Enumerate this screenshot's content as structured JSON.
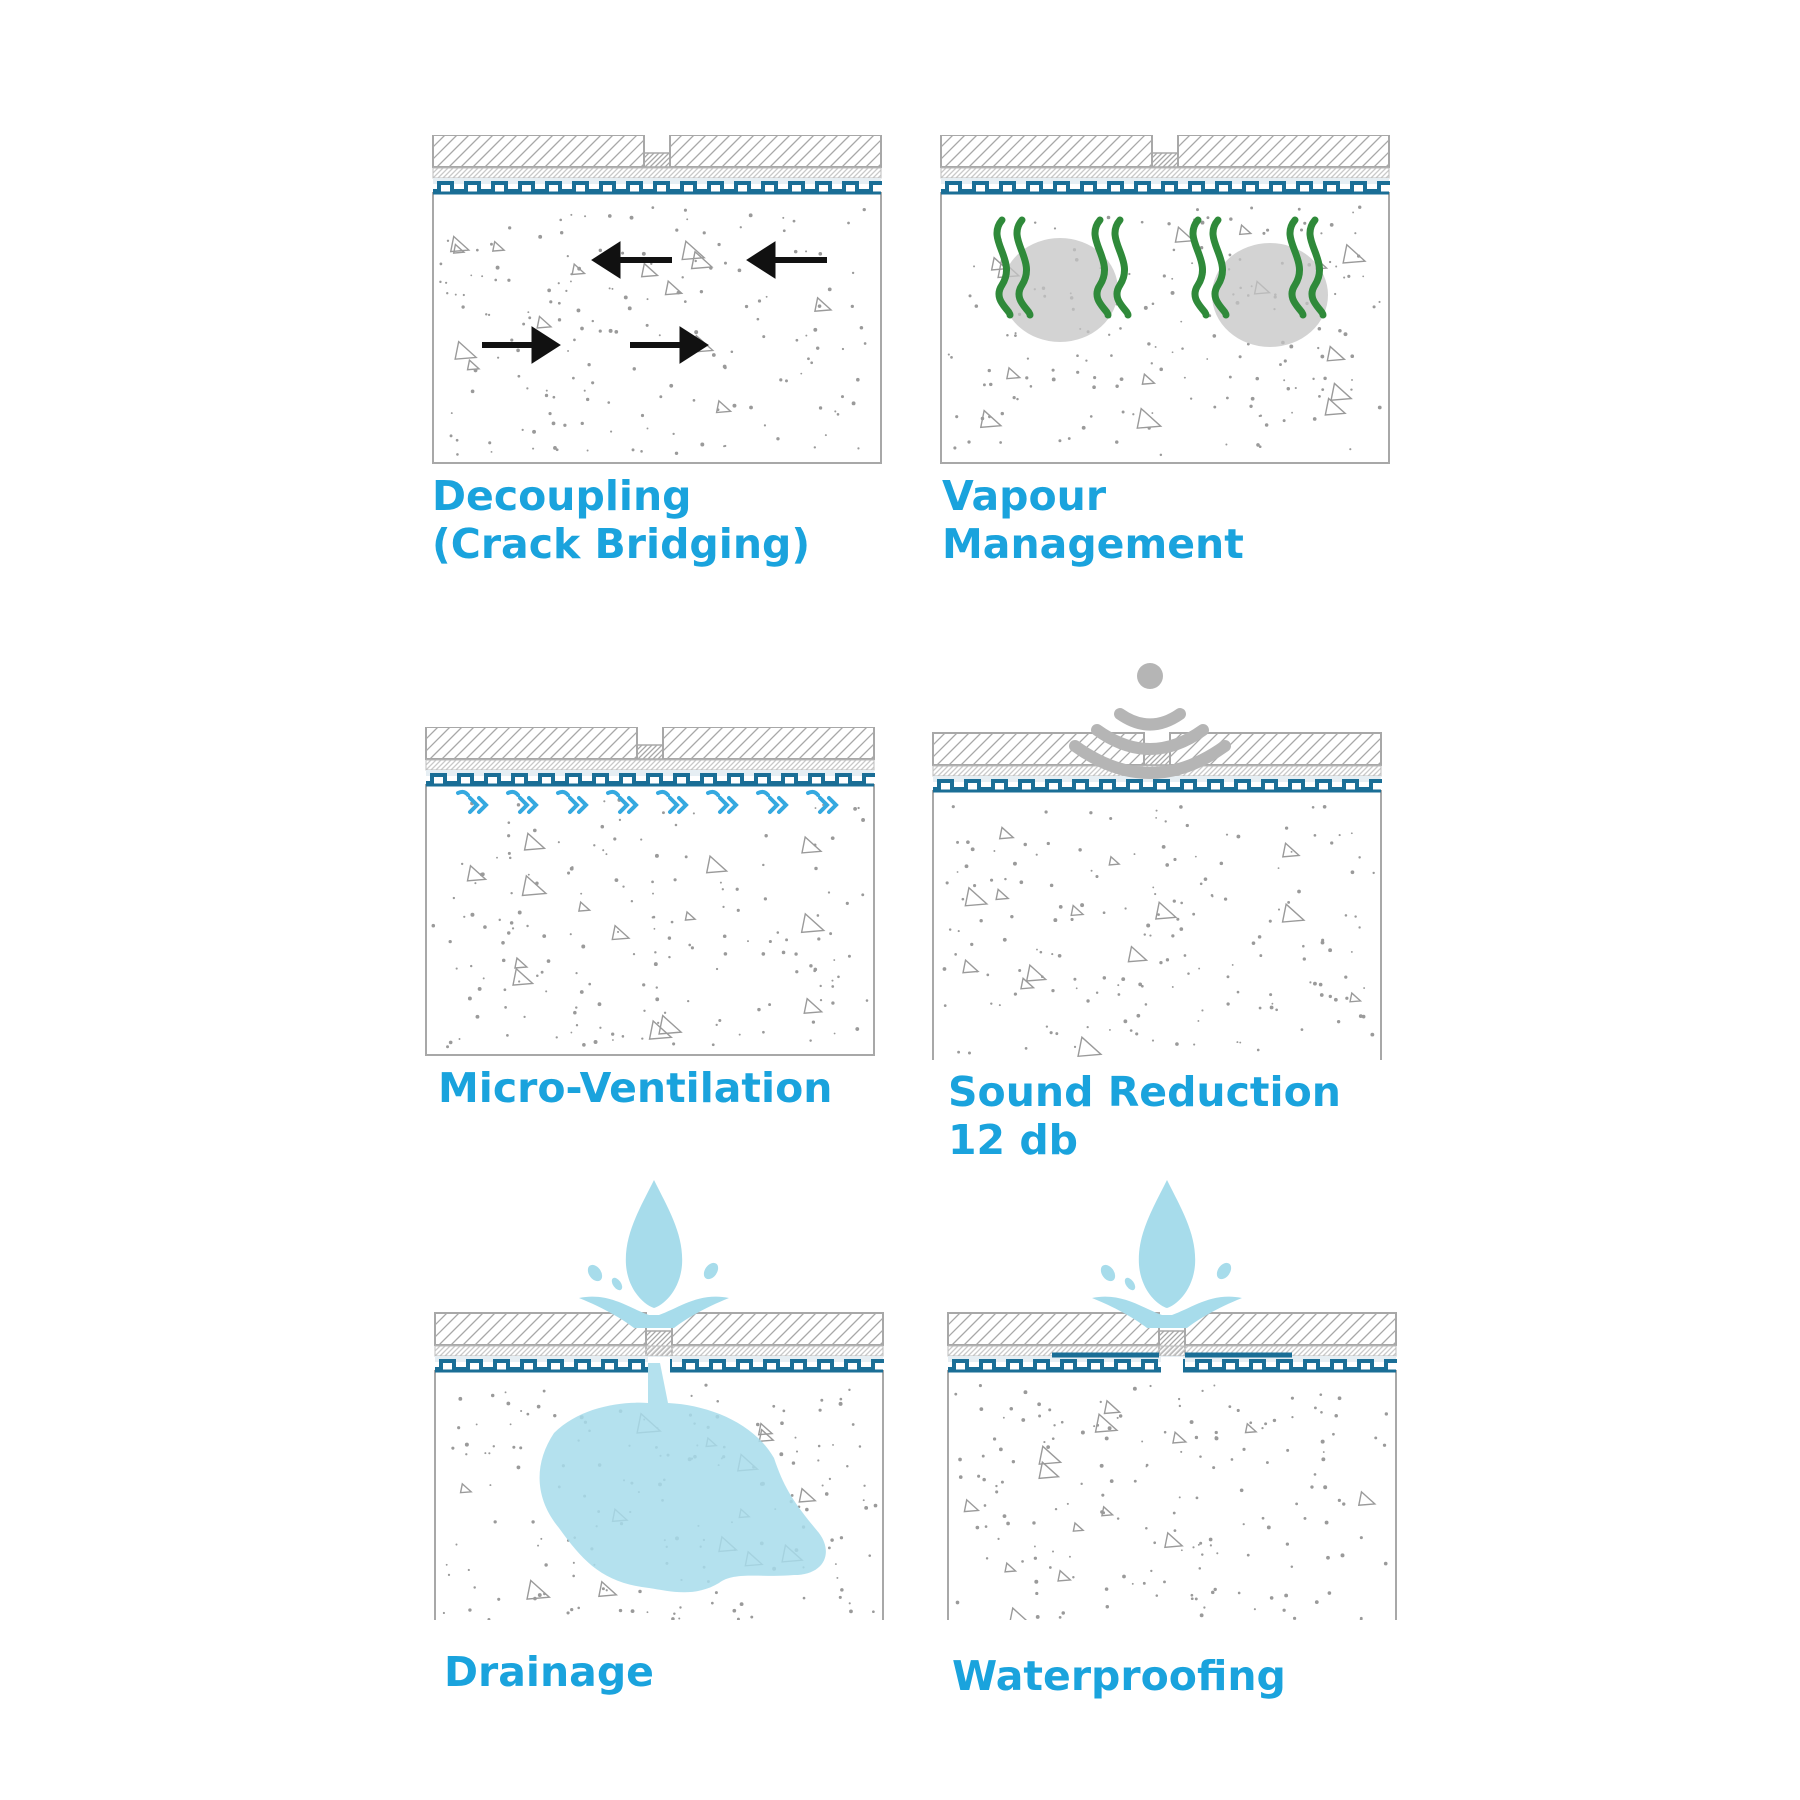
{
  "colors": {
    "caption": "#1aa3dd",
    "membrane": "#1a6e96",
    "tile_line": "#a8a8a8",
    "vapour": "#2f8a3a",
    "water": "#a7dceb",
    "airflow": "#35a9e0"
  },
  "panels": [
    {
      "id": "decoupling",
      "caption_lines": [
        "Decoupling",
        "(Crack Bridging)"
      ],
      "icon": "opposing-arrows-icon"
    },
    {
      "id": "vapour",
      "caption_lines": [
        "Vapour",
        "Management"
      ],
      "icon": "vapour-icon"
    },
    {
      "id": "ventilation",
      "caption_lines": [
        "Micro-Ventilation"
      ],
      "icon": "airflow-icon"
    },
    {
      "id": "sound",
      "caption_lines": [
        "Sound Reduction",
        "12 db"
      ],
      "icon": "sound-wave-icon"
    },
    {
      "id": "drainage",
      "caption_lines": [
        "Drainage"
      ],
      "icon": "water-drop-icon"
    },
    {
      "id": "waterproofing",
      "caption_lines": [
        "Waterproofing"
      ],
      "icon": "water-drop-icon"
    }
  ]
}
